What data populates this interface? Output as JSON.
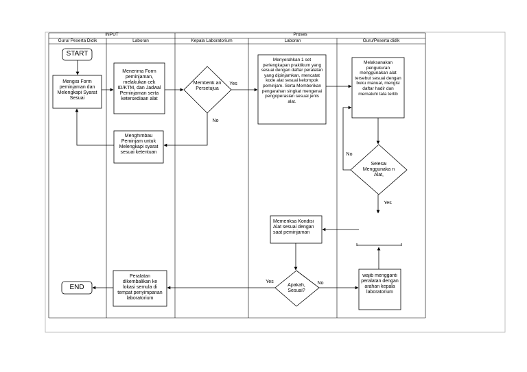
{
  "header": {
    "group_input": "INPUT",
    "group_proses": "Proses",
    "lanes": [
      "Guru/ Peserta Didik",
      "Laboran",
      "Kepala Laboratorium",
      "Laboran",
      "Guru/Peserta didik"
    ]
  },
  "nodes": {
    "start": "START",
    "end": "END",
    "mengisi_form": "Mengisi Form peminjaman dan Melengkapi Syarat Sesuai",
    "menerima_form": "Menerima Form peminjaman, melakukan cek ID/KTM, dan Jadwal Peminjaman serta ketersediaan alat",
    "memberikan_persetujuan": "Memberik an Persetujua",
    "menghimbau": "Menghimbau Peminjam untuk Melengkapi syarat sesuai ketentuan",
    "menyerahkan": "Menyerahkan 1 set perlengkapan praktikum yang sesuai dengan daftar peralatan yang dipinjamkan, mencatat kode alat sesuai kelompok peminjam. Serta Memberikan pengarahan singkat mengenai pengoperasian sesuai jenis alat.",
    "melaksanakan": "Melaksanakan pengukuran menggunakan alat tersebut sesuai dengan buku manual, mengisi daftar hadir dan mematuhi tata tertib",
    "selesai": "Selesai Menggunaka n Alat,",
    "memeriksa": "Memeriksa Kondisi Alat sesuai dengan saat peminjaman",
    "apakah_sesuai": "Apakah, Sesuai?",
    "wajib_mengganti": "wajib mengganti peralatan dengan arahan kepala laboratorium",
    "peralatan_dikembalikan": "Peralatan dikembalikan ke lokasi semula di tempat penyimpanan laboratorium"
  },
  "edges": {
    "yes": "Yes",
    "no": "No"
  }
}
